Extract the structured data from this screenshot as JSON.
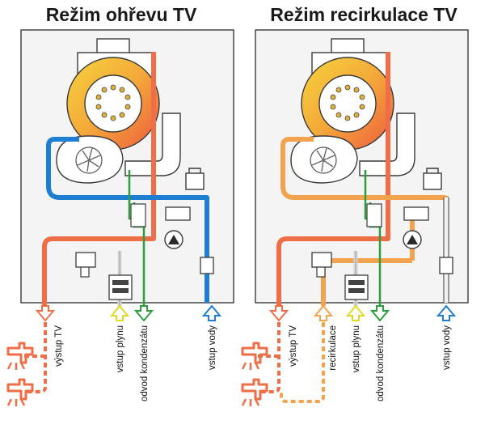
{
  "left_panel": {
    "title": "Režim ohřevu TV",
    "labels": {
      "hot_water_out": "výstup TV",
      "gas_in": "vstup plynu",
      "condensate_out": "odvod kondenzátu",
      "water_in": "vstup vody"
    }
  },
  "right_panel": {
    "title": "Režim recirkulace TV",
    "labels": {
      "hot_water_out": "výstup TV",
      "recirculation": "recirkulace",
      "gas_in": "vstup plynu",
      "condensate_out": "odvod kondenzátu",
      "water_in": "vstup vody"
    }
  },
  "colors": {
    "hot": "#ee6e48",
    "cold": "#1e7fd2",
    "warm": "#f3a24e",
    "gas": "#f0e83a",
    "condensate": "#2e9e3c",
    "outline": "#3a3a3a",
    "frame_bg": "#f4f4f4"
  }
}
